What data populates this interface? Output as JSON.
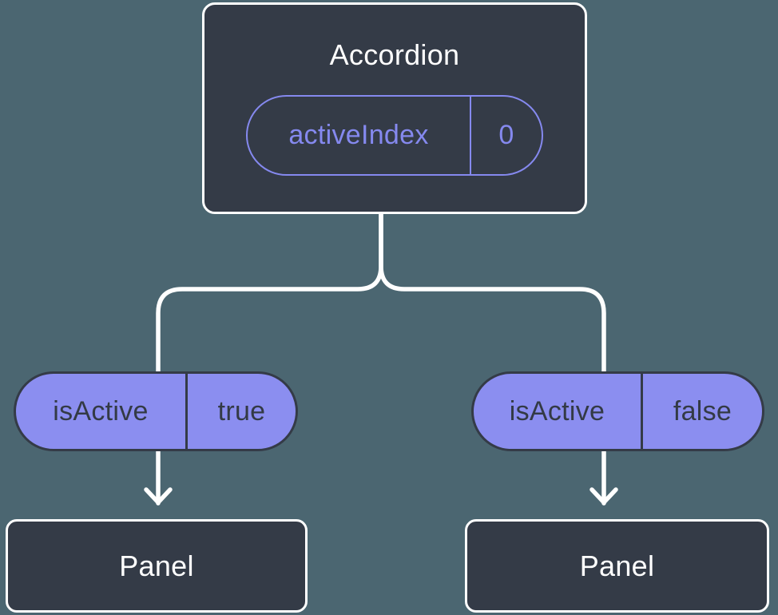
{
  "diagram": {
    "root": {
      "title": "Accordion",
      "prop": {
        "key": "activeIndex",
        "value": "0"
      }
    },
    "children": [
      {
        "prop": {
          "key": "isActive",
          "value": "true"
        },
        "panel_label": "Panel"
      },
      {
        "prop": {
          "key": "isActive",
          "value": "false"
        },
        "panel_label": "Panel"
      }
    ]
  },
  "icons": {
    "left_arrow": "arrow-down-icon",
    "right_arrow": "arrow-down-icon"
  },
  "colors": {
    "background": "#4B6671",
    "node_fill": "#343B47",
    "node_border": "#FFFFFF",
    "node_text": "#FFFFFF",
    "pill_fill": "#8B8EF0",
    "pill_border": "#343B47",
    "pill_text": "#333A45",
    "accent_purple": "#8589EF",
    "connector": "#FFFFFF"
  }
}
